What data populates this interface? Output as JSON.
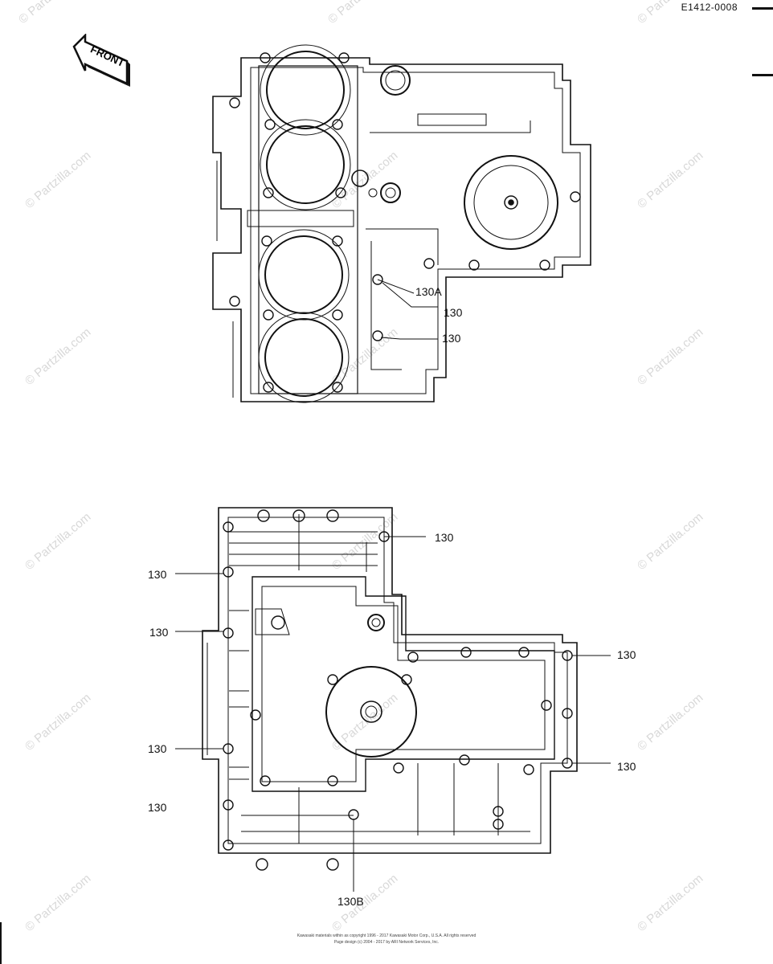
{
  "document": {
    "id": "E1412-0008"
  },
  "front_arrow": {
    "label": "FRONT",
    "icon": "front-arrow-icon"
  },
  "watermark": {
    "text": "© Partzilla.com",
    "color": "#d8d8d8"
  },
  "upper_view": {
    "callouts": [
      {
        "text": "130A"
      },
      {
        "text": "130"
      },
      {
        "text": "130"
      }
    ]
  },
  "lower_view": {
    "callouts": [
      {
        "text": "130"
      },
      {
        "text": "130"
      },
      {
        "text": "130"
      },
      {
        "text": "130"
      },
      {
        "text": "130"
      },
      {
        "text": "130"
      },
      {
        "text": "130"
      },
      {
        "text": "130B"
      }
    ]
  },
  "footer": {
    "line1": "Kawasaki materials within as copyright 1996 - 2017 Kawasaki Motor Corp., U.S.A. All rights reserved",
    "line2": "Page design (c) 2004 - 2017 by ARI Network Services, Inc."
  }
}
